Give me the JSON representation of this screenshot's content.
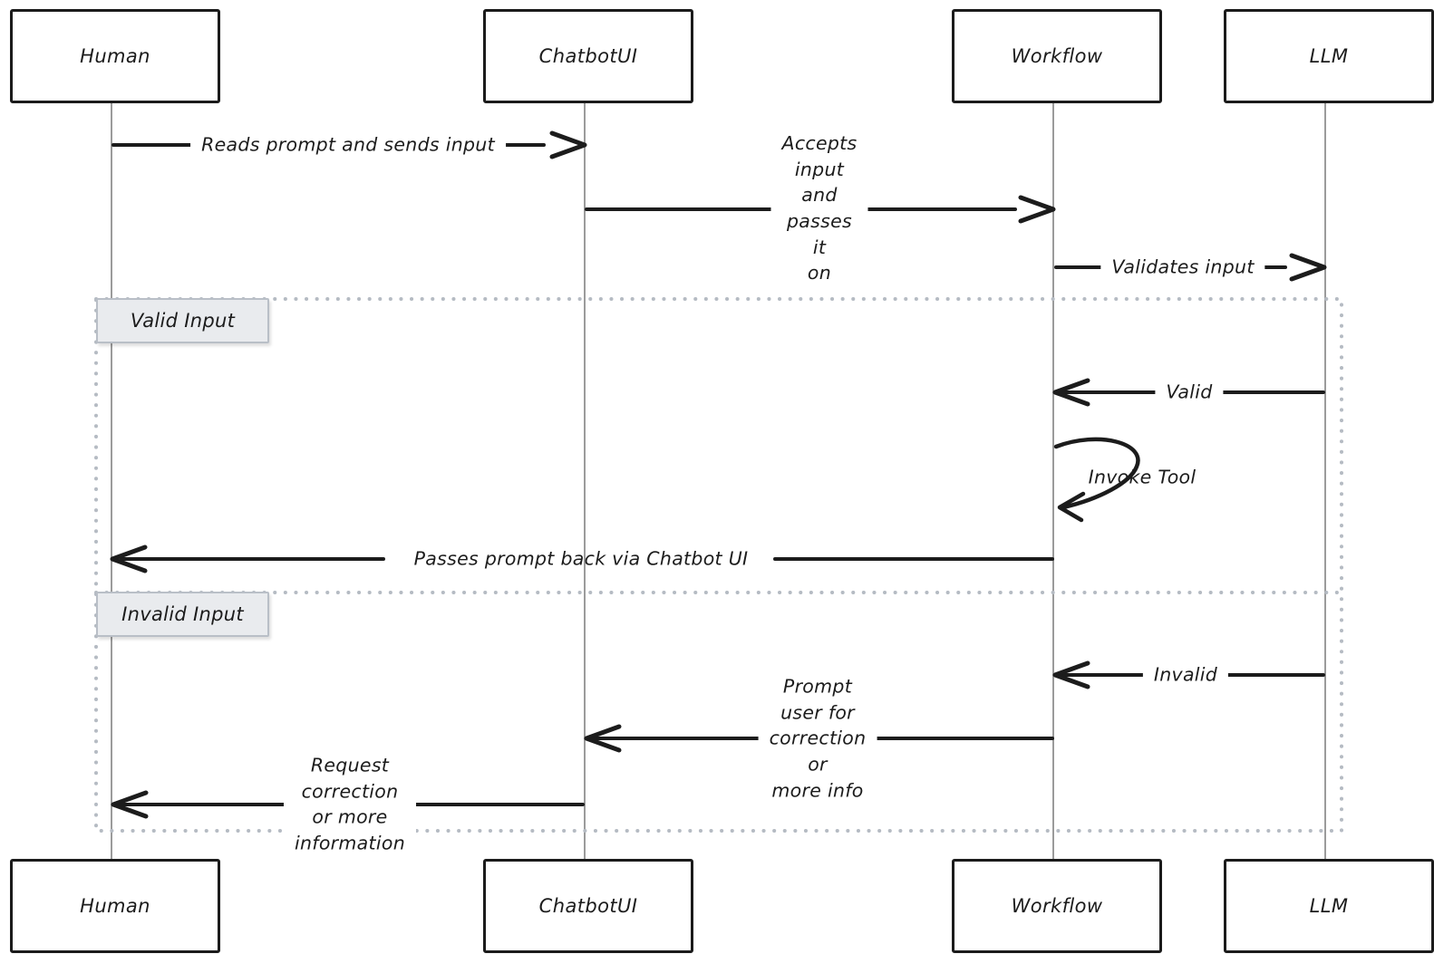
{
  "actors": [
    {
      "label": "Human"
    },
    {
      "label": "ChatbotUI"
    },
    {
      "label": "Workflow"
    },
    {
      "label": "LLM"
    }
  ],
  "sections": {
    "valid": "Valid Input",
    "invalid": "Invalid Input"
  },
  "messages": [
    {
      "from": "Human",
      "to": "ChatbotUI",
      "label": "Reads prompt and sends input"
    },
    {
      "from": "ChatbotUI",
      "to": "Workflow",
      "label": "Accepts input and passes it\non"
    },
    {
      "from": "Workflow",
      "to": "LLM",
      "label": "Validates input"
    },
    {
      "from": "LLM",
      "to": "Workflow",
      "label": "Valid"
    },
    {
      "from": "Workflow",
      "to": "Workflow",
      "label": "Invoke Tool"
    },
    {
      "from": "Workflow",
      "to": "Human",
      "label": "Passes prompt back via Chatbot UI"
    },
    {
      "from": "LLM",
      "to": "Workflow",
      "label": "Invalid"
    },
    {
      "from": "Workflow",
      "to": "ChatbotUI",
      "label": "Prompt user for correction or\nmore info"
    },
    {
      "from": "ChatbotUI",
      "to": "Human",
      "label": "Request correction or more\ninformation"
    }
  ],
  "colors": {
    "message_line": "#1c1c1c",
    "actor_border": "#1b1b1b",
    "lifeline": "#9b9b9b",
    "frame_border": "#b5bbc3",
    "section_label_fill": "#e9ebee",
    "section_label_border": "#b9bfc7",
    "background": "#ffffff"
  }
}
